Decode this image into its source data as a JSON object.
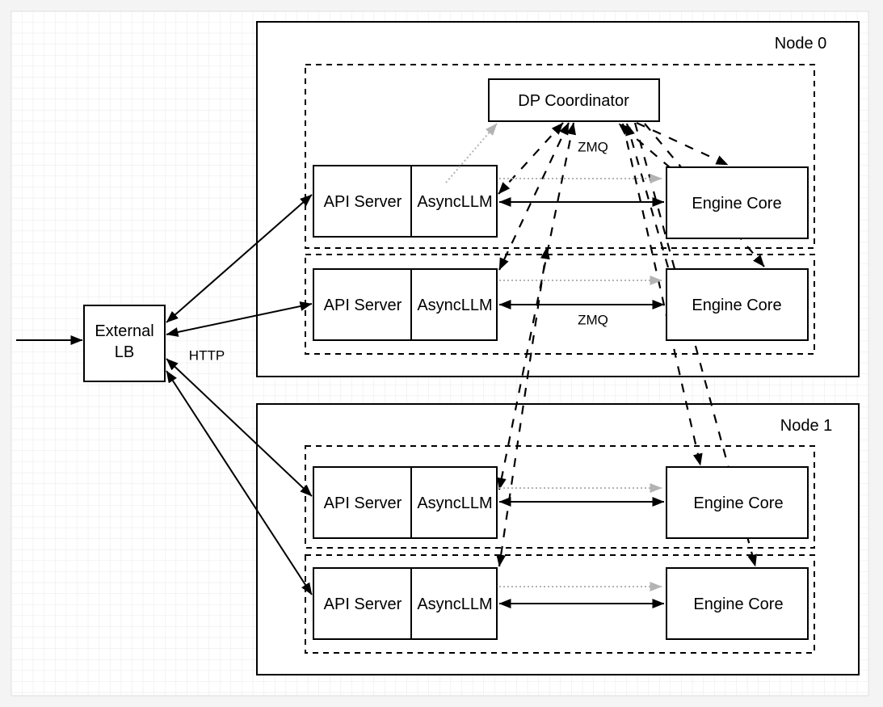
{
  "diagram": {
    "node0_label": "Node 0",
    "node1_label": "Node 1",
    "external_lb": {
      "line1": "External",
      "line2": "LB"
    },
    "dp_coordinator_label": "DP Coordinator",
    "http_label": "HTTP",
    "zmq_label_coordinator": "ZMQ",
    "zmq_label_row2": "ZMQ",
    "rows": [
      {
        "api_server": "API Server",
        "async_llm": "AsyncLLM",
        "engine_core": "Engine Core"
      },
      {
        "api_server": "API Server",
        "async_llm": "AsyncLLM",
        "engine_core": "Engine Core"
      },
      {
        "api_server": "API Server",
        "async_llm": "AsyncLLM",
        "engine_core": "Engine Core"
      },
      {
        "api_server": "API Server",
        "async_llm": "AsyncLLM",
        "engine_core": "Engine Core"
      }
    ],
    "colors": {
      "line": "#000000",
      "muted": "#b3b3b3",
      "box": "#ffffff",
      "grid": "#e9e9e9",
      "canvas": "#f4f4f4"
    }
  }
}
